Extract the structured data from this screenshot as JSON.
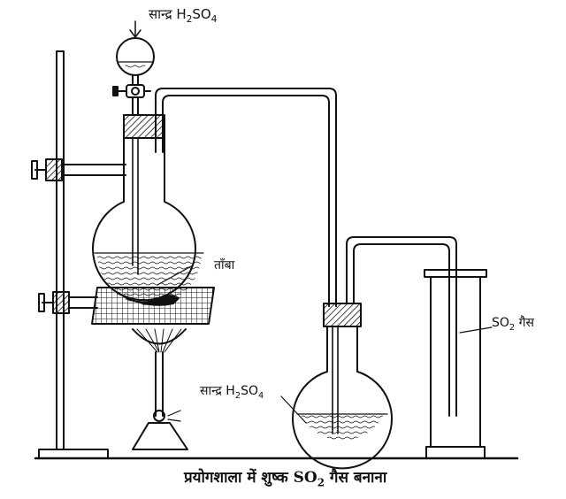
{
  "labels": {
    "acid_top": {
      "pre": "सान्द्र H",
      "sub1": "2",
      "mid": "SO",
      "sub2": "4"
    },
    "copper": "ताँबा",
    "acid_bottom": {
      "pre": "सान्द्र H",
      "sub1": "2",
      "mid": "SO",
      "sub2": "4"
    },
    "so2_gas": {
      "pre": "SO",
      "sub": "2",
      "post": " गैस"
    }
  },
  "caption": {
    "pre": "प्रयोगशाला में शुष्क SO",
    "sub": "2",
    "post": " गैस बनाना"
  },
  "colors": {
    "ink": "#111111",
    "paper": "#ffffff"
  }
}
